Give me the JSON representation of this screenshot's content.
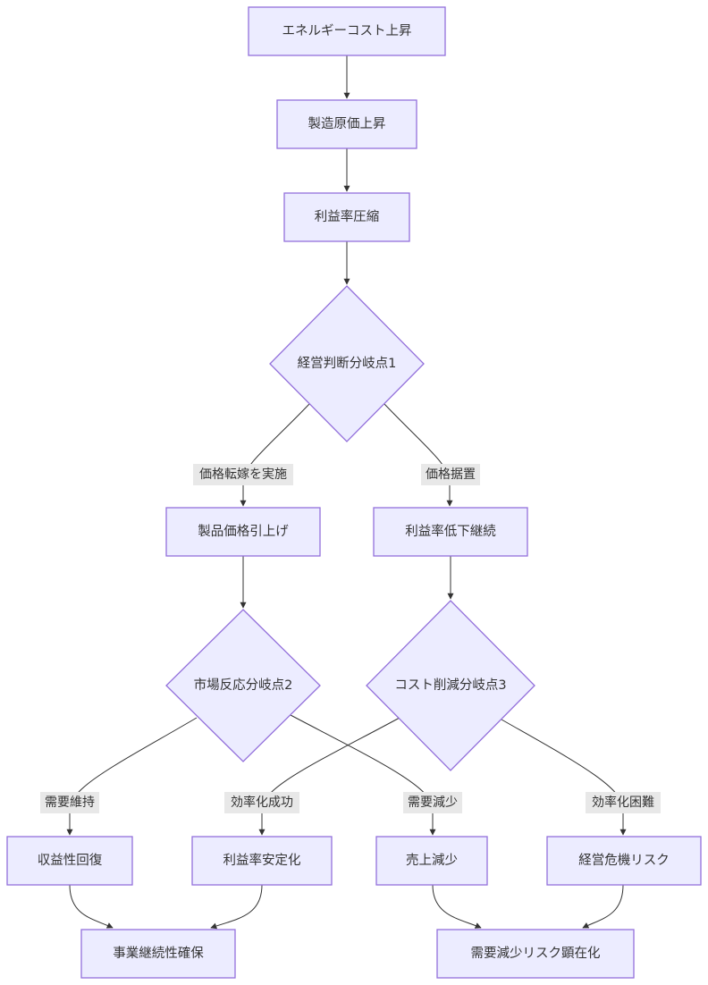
{
  "nodes": {
    "n1": "エネルギーコスト上昇",
    "n2": "製造原価上昇",
    "n3": "利益率圧縮",
    "n4": "経営判断分岐点1",
    "n5": "製品価格引上げ",
    "n6": "利益率低下継続",
    "n7": "市場反応分岐点2",
    "n8": "コスト削減分岐点3",
    "n9": "収益性回復",
    "n10": "利益率安定化",
    "n11": "売上減少",
    "n12": "経営危機リスク",
    "n13": "事業継続性確保",
    "n14": "需要減少リスク顕在化"
  },
  "edge_labels": {
    "e_price_pass": "価格転嫁を実施",
    "e_price_hold": "価格据置",
    "e_demand_keep": "需要維持",
    "e_eff_success": "効率化成功",
    "e_demand_down": "需要減少",
    "e_eff_hard": "効率化困難"
  },
  "colors": {
    "node_fill": "#ECECFF",
    "node_stroke": "#9370DB",
    "edge": "#333333",
    "edge_label_bg": "#e8e8e8"
  }
}
